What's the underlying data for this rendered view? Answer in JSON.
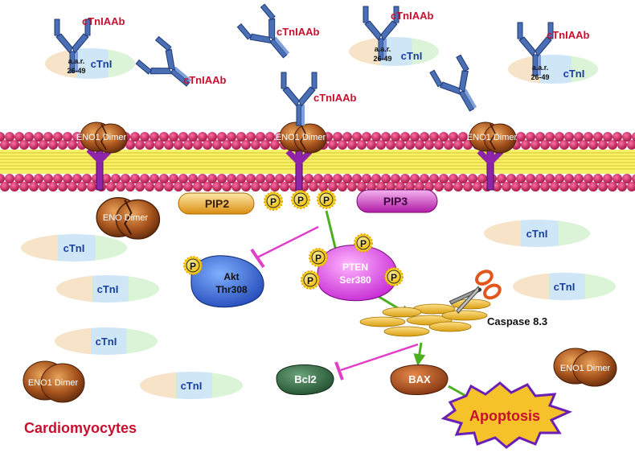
{
  "labels": {
    "antibody": "cTnIAAb",
    "ctni": "cTnI",
    "aar_line1": "a.a.r.",
    "aar_line2": "26-49",
    "eno1_dimer": "ENO1 Dimer",
    "eno_dimer": "ENO Dimer",
    "pip2": "PIP2",
    "pip3": "PIP3",
    "phospho": "P",
    "akt_line1": "Akt",
    "akt_line2": "Thr308",
    "pten_line1": "PTEN",
    "pten_line2": "Ser380",
    "caspase": "Caspase 8.3",
    "bcl2": "Bcl2",
    "bax": "BAX",
    "apoptosis": "Apoptosis",
    "cardiomyocytes": "Cardiomyocytes"
  },
  "colors": {
    "antibody_label": "#c8102e",
    "antibody": "#4a6fb5",
    "membrane_head": "#c2185b",
    "membrane_tail": "#f4ea3a",
    "receptor": "#8e24aa",
    "pathway_arrow": "#4caf1f",
    "inhibition": "#e040c8",
    "title": "#c8102e",
    "apoptosis_fill": "#f6c22a",
    "apoptosis_text": "#c8102e"
  }
}
